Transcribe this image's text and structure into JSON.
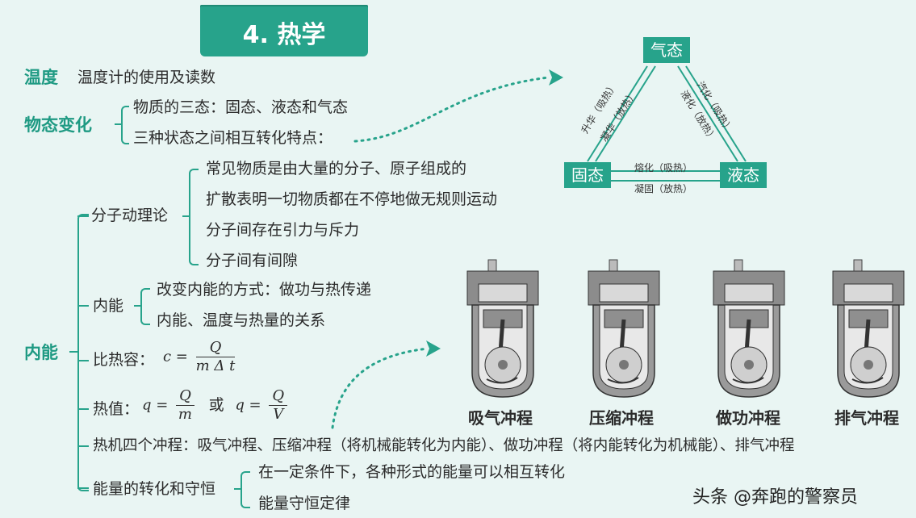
{
  "title": "4. 热学",
  "rows": {
    "wendu": {
      "label": "温度",
      "text": "温度计的使用及读数"
    },
    "wutai": {
      "label": "物态变化",
      "items": [
        "物质的三态：固态、液态和气态",
        "三种状态之间相互转化特点："
      ]
    },
    "neineng": {
      "label": "内能",
      "fenzi": {
        "label": "分子动理论",
        "items": [
          "常见物质是由大量的分子、原子组成的",
          "扩散表明一切物质都在不停地做无规则运动",
          "分子间存在引力与斥力",
          "分子间有间隙"
        ]
      },
      "nn": {
        "label": "内能",
        "items": [
          "改变内能的方式：做功与热传递",
          "内能、温度与热量的关系"
        ]
      },
      "birong": {
        "label": "比热容：",
        "formula_lhs": "c =",
        "num": "Q",
        "den": "m Δ t"
      },
      "rezhi": {
        "label": "热值：",
        "lhs1": "q =",
        "num1": "Q",
        "den1": "m",
        "or": "或",
        "lhs2": "q =",
        "num2": "Q",
        "den2": "V"
      },
      "reji": "热机四个冲程：吸气冲程、压缩冲程（将机械能转化为内能）、做功冲程（将内能转化为机械能）、排气冲程",
      "shouheng": {
        "label": "能量的转化和守恒",
        "items": [
          "在一定条件下，各种形式的能量可以相互转化",
          "能量守恒定律"
        ]
      }
    }
  },
  "diagram": {
    "gas": "气态",
    "solid": "固态",
    "liquid": "液态",
    "sublimation": "升华（吸热）",
    "desublimation": "凝华（放热）",
    "vaporize": "汽化（吸热）",
    "liquefy": "液化（放热）",
    "melt": "熔化（吸热）",
    "freeze": "凝固（放热）"
  },
  "strokes": [
    "吸气冲程",
    "压缩冲程",
    "做功冲程",
    "排气冲程"
  ],
  "watermark": "头条 @奔跑的警察员",
  "colors": {
    "accent": "#27a38b",
    "background": "#e9f5f3"
  }
}
